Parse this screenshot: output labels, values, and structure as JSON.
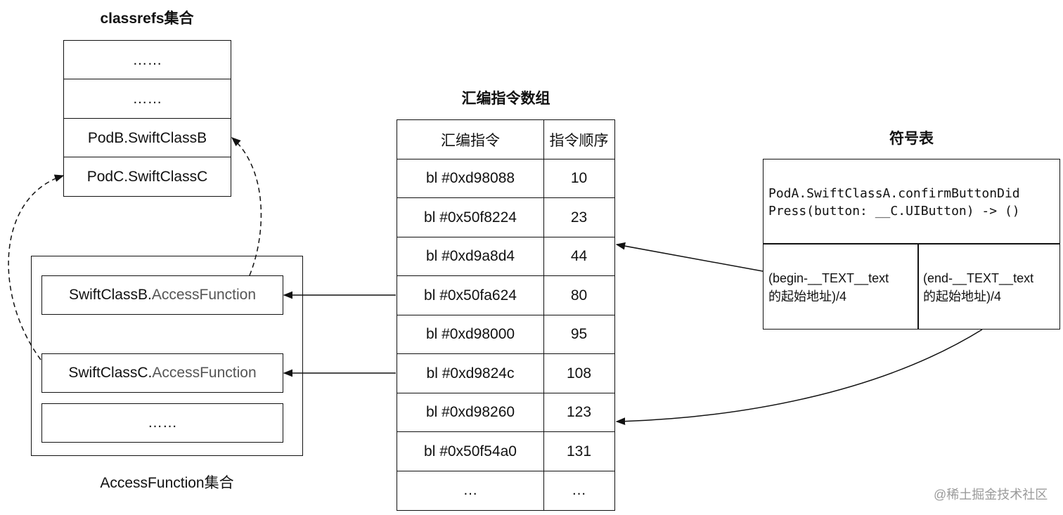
{
  "classrefs": {
    "title": "classrefs集合",
    "rows": [
      "……",
      "……",
      "PodB.SwiftClassB",
      "PodC.SwiftClassC"
    ]
  },
  "access_functions": {
    "caption": "AccessFunction集合",
    "rows": [
      {
        "prefix": "SwiftClassB.",
        "name": "AccessFunction"
      },
      {
        "prefix": "SwiftClassC.",
        "name": "AccessFunction"
      },
      {
        "prefix": "……",
        "name": ""
      }
    ]
  },
  "asm_array": {
    "title": "汇编指令数组",
    "headers": [
      "汇编指令",
      "指令顺序"
    ],
    "rows": [
      [
        "bl #0xd98088",
        "10"
      ],
      [
        "bl #0x50f8224",
        "23"
      ],
      [
        "bl #0xd9a8d4",
        "44"
      ],
      [
        "bl #0x50fa624",
        "80"
      ],
      [
        "bl #0xd98000",
        "95"
      ],
      [
        "bl #0xd9824c",
        "108"
      ],
      [
        "bl #0xd98260",
        "123"
      ],
      [
        "bl #0x50f54a0",
        "131"
      ],
      [
        "…",
        "…"
      ]
    ]
  },
  "symbol_table": {
    "title": "符号表",
    "symbol_line1": "PodA.SwiftClassA.confirmButtonDid",
    "symbol_line2": "Press(button: __C.UIButton) -> ()",
    "begin_line1": "(begin-__TEXT__text",
    "begin_line2": "的起始地址)/4",
    "end_line1": "(end-__TEXT__text",
    "end_line2": "的起始地址)/4"
  },
  "watermark": "@稀土掘金技术社区"
}
